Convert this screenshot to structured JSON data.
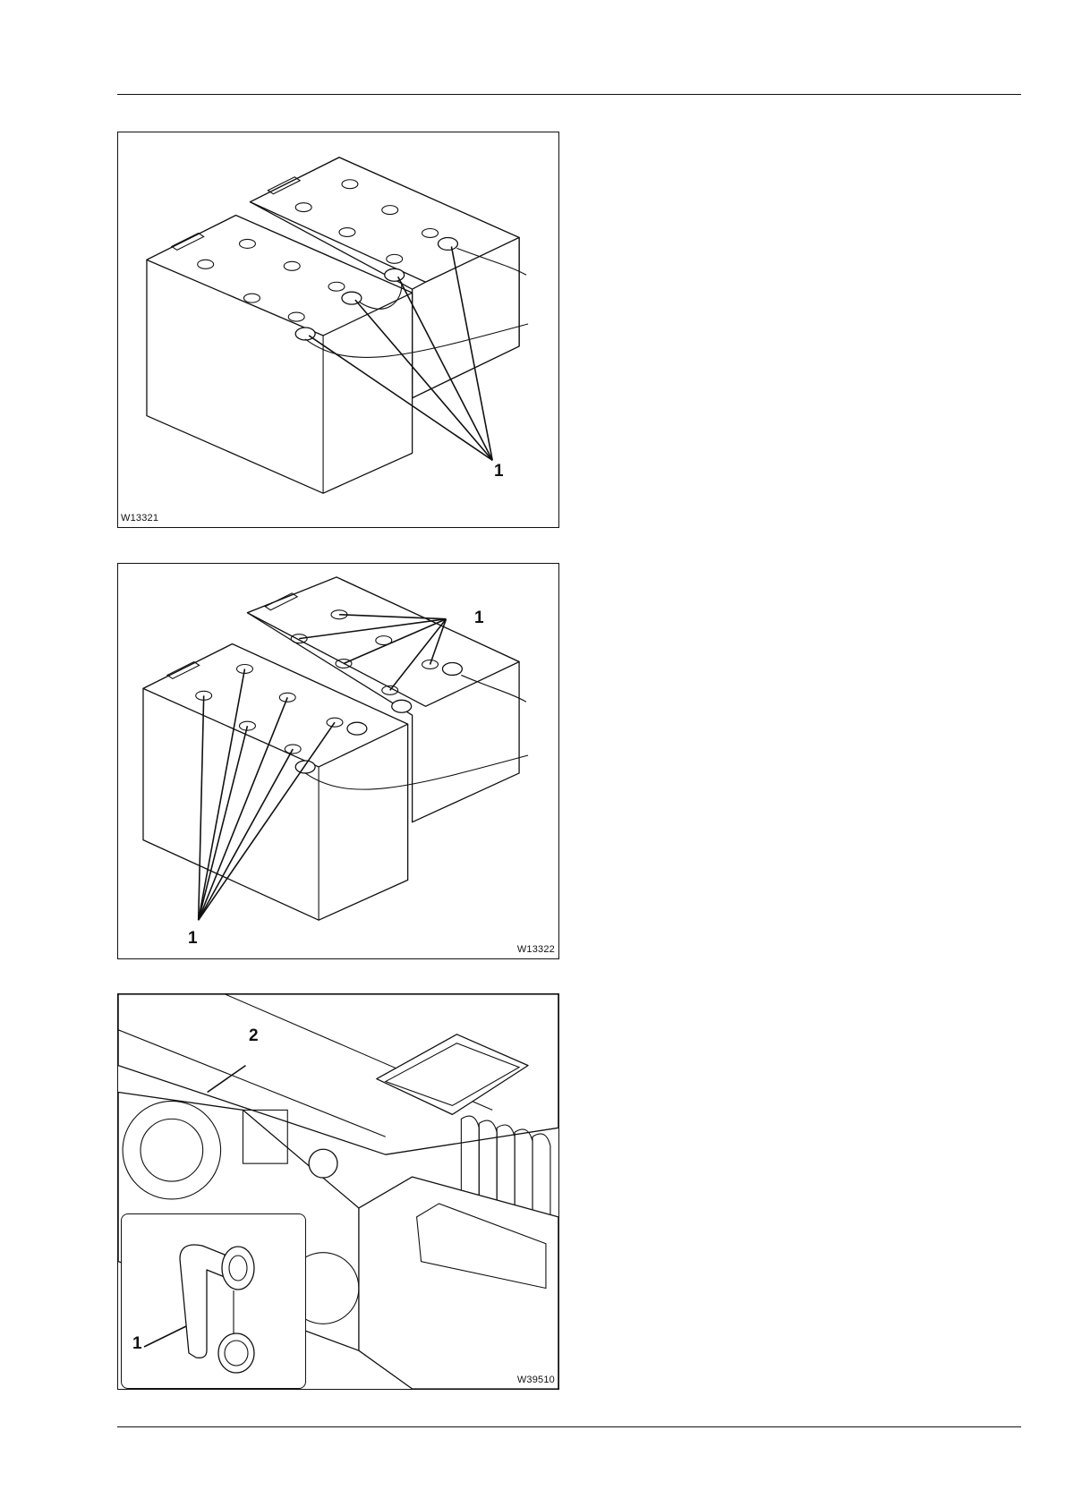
{
  "figures": [
    {
      "id": "W13321",
      "callouts": [
        "1"
      ]
    },
    {
      "id": "W13322",
      "callouts": [
        "1",
        "1"
      ]
    },
    {
      "id": "W39510",
      "callouts": [
        "2",
        "1"
      ]
    }
  ]
}
